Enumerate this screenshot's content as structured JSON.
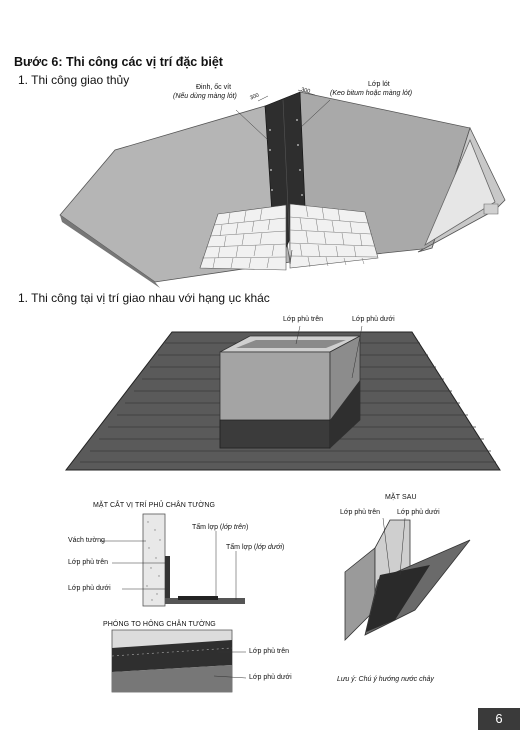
{
  "step_title": "Bước 6: Thi công các vị trí đặc biệt",
  "section1": {
    "title": "1. Thi công giao thủy",
    "label_nails": "Đinh, ốc vít",
    "label_nails_note": "(Nếu dùng màng lót)",
    "label_underlay": "Lớp lót",
    "label_underlay_note": "(Keo bitum hoặc màng lót)",
    "dim_left": "300",
    "dim_right": "300"
  },
  "section2": {
    "title": "1. Thi công tại vị trí giao nhau với hạng ục khác",
    "label_top_cover": "Lớp phủ trên",
    "label_bottom_cover": "Lớp phủ dưới"
  },
  "detail_section": {
    "title": "MẶT CẮT VỊ TRÍ PHỦ CHÂN TƯỜNG",
    "wall": "Vách tường",
    "top_cover": "Lớp phủ trên",
    "bottom_cover": "Lớp phủ dưới",
    "sheet_top_prefix": "Tấm lợp (",
    "sheet_top_italic": "lớp trên",
    "sheet_bottom_prefix": "Tấm lợp (",
    "sheet_bottom_italic": "lớp dưới",
    "close": ")"
  },
  "detail_back": {
    "title": "MẶT SAU",
    "top_cover": "Lớp phủ trên",
    "bottom_cover": "Lớp phủ dưới"
  },
  "detail_zoom": {
    "title": "PHÓNG TO HÔNG CHÂN TƯỜNG",
    "top_cover": "Lớp phủ trên",
    "bottom_cover": "Lớp phủ dưới"
  },
  "note": "Lưu ý: Chú ý hướng nước chảy",
  "page_number": "6",
  "colors": {
    "roof_light": "#b5b5b5",
    "roof_dark": "#8f8f8f",
    "underlay": "#2e2e2e",
    "shingle": "#5a5a5a",
    "badge": "#3a3a3a"
  }
}
